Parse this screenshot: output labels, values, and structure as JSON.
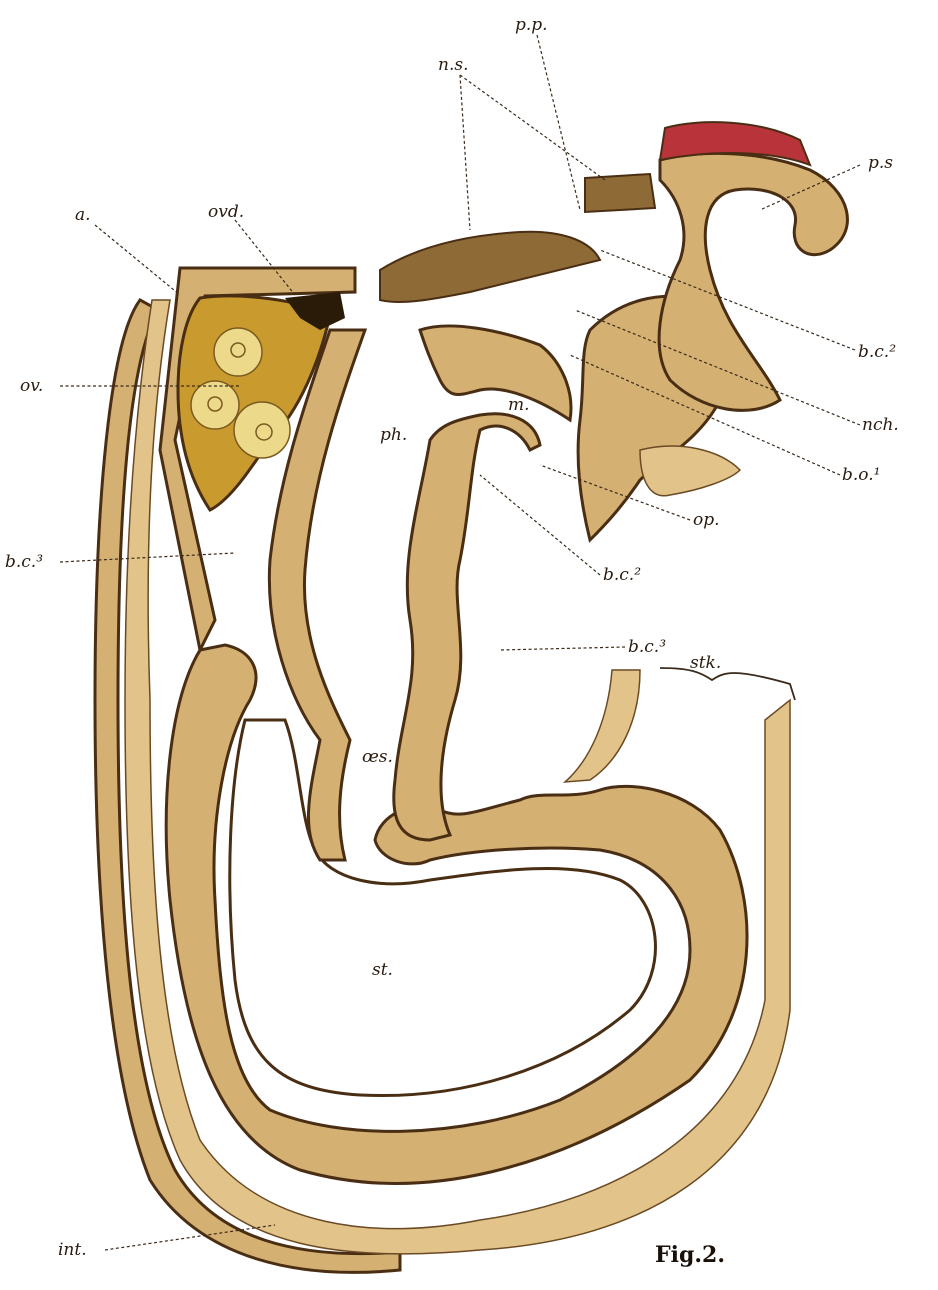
{
  "figure": {
    "caption": "Fig.2.",
    "colors": {
      "tissue": "#d4b072",
      "tissue_light": "#e2c48a",
      "dark_tissue": "#8e6a36",
      "ovary": "#c99a2e",
      "egg": "#ecd98a",
      "red_tissue": "#b8333a",
      "outline": "#4a2e14"
    },
    "labels": {
      "pp": "p.p.",
      "ns": "n.s.",
      "ps": "p.s",
      "a": "a.",
      "ovd": "ovd.",
      "ov": "ov.",
      "bc2_upper": "b.c.²",
      "nch": "nch.",
      "bo1": "b.o.¹",
      "ph": "ph.",
      "m": "m.",
      "op": "op.",
      "bc3_left": "b.c.³",
      "bc2_lower": "b.c.²",
      "bc3_mid": "b.c.³",
      "stk": "stk.",
      "oes": "œs.",
      "st": "st.",
      "int": "int."
    }
  }
}
